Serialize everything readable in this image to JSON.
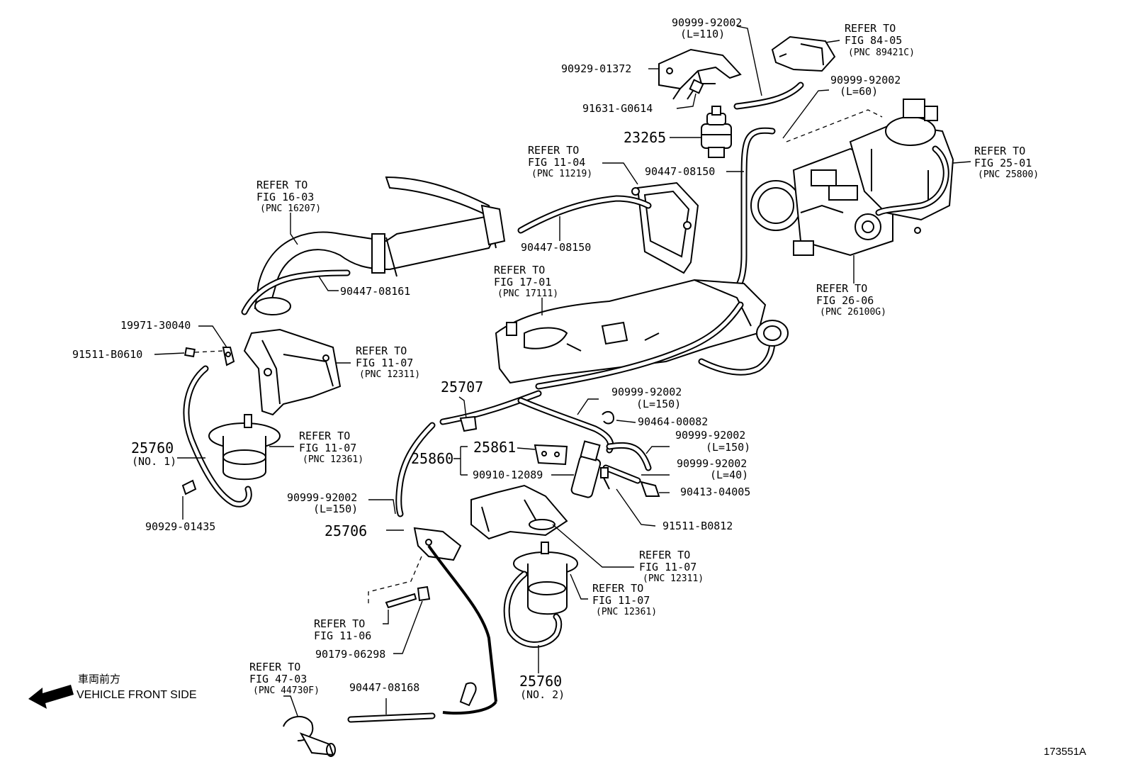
{
  "diagram": {
    "image_code": "173551A",
    "direction": {
      "japanese": "車両前方",
      "english": "VEHICLE FRONT SIDE"
    },
    "callouts": {
      "c01": {
        "lines": [
          "90999-92002",
          "(L=110)"
        ]
      },
      "c02": {
        "lines": [
          "REFER TO",
          "FIG 84-05",
          "(PNC 89421C)"
        ]
      },
      "c03": {
        "lines": [
          "90929-01372"
        ]
      },
      "c04": {
        "lines": [
          "90999-92002",
          "(L=60)"
        ]
      },
      "c05": {
        "lines": [
          "91631-G0614"
        ]
      },
      "c06": {
        "lines": [
          "23265"
        ]
      },
      "c07": {
        "lines": [
          "REFER TO",
          "FIG 25-01",
          "(PNC 25800)"
        ]
      },
      "c08": {
        "lines": [
          "REFER TO",
          "FIG 11-04",
          "(PNC 11219)"
        ]
      },
      "c09": {
        "lines": [
          "90447-08150"
        ]
      },
      "c10": {
        "lines": [
          "REFER TO",
          "FIG 16-03",
          "(PNC 16207)"
        ]
      },
      "c11": {
        "lines": [
          "90447-08150"
        ]
      },
      "c12": {
        "lines": [
          "REFER TO",
          "FIG 17-01",
          "(PNC 17111)"
        ]
      },
      "c13": {
        "lines": [
          "REFER TO",
          "FIG 26-06",
          "(PNC 26100G)"
        ]
      },
      "c14": {
        "lines": [
          "90447-08161"
        ]
      },
      "c15": {
        "lines": [
          "19971-30040"
        ]
      },
      "c16": {
        "lines": [
          "91511-B0610"
        ]
      },
      "c17": {
        "lines": [
          "REFER TO",
          "FIG 11-07",
          "(PNC 12311)"
        ]
      },
      "c18": {
        "lines": [
          "25707"
        ]
      },
      "c19": {
        "lines": [
          "90999-92002",
          "(L=150)"
        ]
      },
      "c20": {
        "lines": [
          "90464-00082"
        ]
      },
      "c21": {
        "lines": [
          "25760",
          "(NO. 1)"
        ]
      },
      "c22": {
        "lines": [
          "REFER TO",
          "FIG 11-07",
          "(PNC 12361)"
        ]
      },
      "c23": {
        "lines": [
          "25861"
        ]
      },
      "c24": {
        "lines": [
          "25860"
        ]
      },
      "c25": {
        "lines": [
          "90910-12089"
        ]
      },
      "c26": {
        "lines": [
          "90999-92002",
          "(L=150)"
        ]
      },
      "c27": {
        "lines": [
          "90999-92002",
          "(L=40)"
        ]
      },
      "c28": {
        "lines": [
          "90413-04005"
        ]
      },
      "c29": {
        "lines": [
          "90999-92002",
          "(L=150)"
        ]
      },
      "c30": {
        "lines": [
          "90929-01435"
        ]
      },
      "c31": {
        "lines": [
          "25706"
        ]
      },
      "c32": {
        "lines": [
          "91511-B0812"
        ]
      },
      "c33": {
        "lines": [
          "REFER TO",
          "FIG 11-07",
          "(PNC 12311)"
        ]
      },
      "c34": {
        "lines": [
          "REFER TO",
          "FIG 11-07",
          "(PNC 12361)"
        ]
      },
      "c35": {
        "lines": [
          "REFER TO",
          "FIG 11-06"
        ]
      },
      "c36": {
        "lines": [
          "90179-06298"
        ]
      },
      "c37": {
        "lines": [
          "REFER TO",
          "FIG 47-03",
          "(PNC 44730F)"
        ]
      },
      "c38": {
        "lines": [
          "90447-08168"
        ]
      },
      "c39": {
        "lines": [
          "25760",
          "(NO. 2)"
        ]
      }
    }
  }
}
